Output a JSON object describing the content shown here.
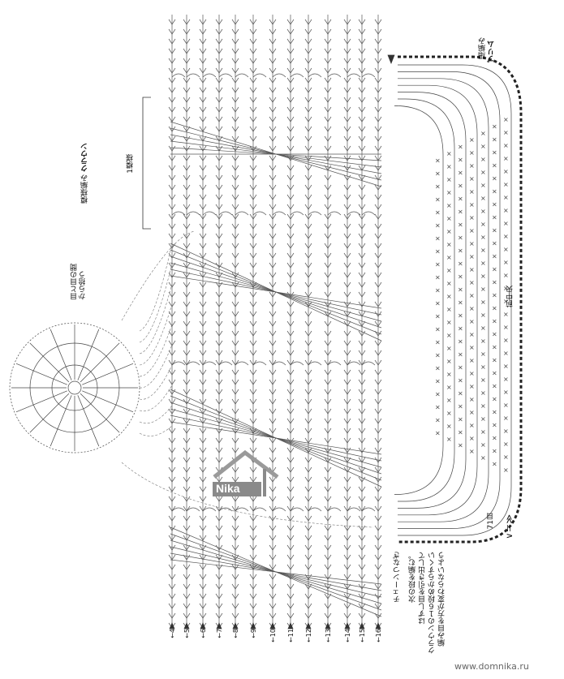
{
  "labels": {
    "brim_title": "ブリム",
    "brim_stitch": "細編み",
    "crown_title": "クラウン",
    "crown_stitch": "模様編み",
    "one_pattern": "1模様",
    "center_front": "前中央",
    "pick_between": "目と目の間から拾う",
    "stitch_count": "71目",
    "chain_note": "チェーンつなぎ",
    "legend_symbol": "∨＝≫",
    "instruction_1": "編み目を方が変わらないよう",
    "instruction_2": "クラウンの１６段めからすくい",
    "instruction_3": "はずし目を引き出して",
    "instruction_4": "次の段を編む。"
  },
  "row_numbers": [
    "4",
    "5",
    "6",
    "7",
    "8",
    "9",
    "10",
    "11",
    "12",
    "13",
    "14",
    "15",
    "16"
  ],
  "watermark": "Nika",
  "footer": "www.domnika.ru",
  "colors": {
    "line": "#444444",
    "bg": "#ffffff",
    "dash": "#222222"
  }
}
